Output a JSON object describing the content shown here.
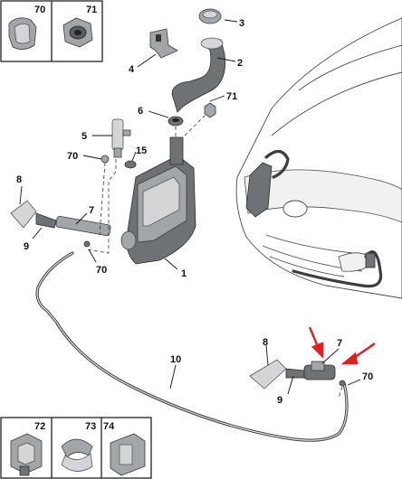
{
  "callouts": {
    "c1": "1",
    "c2": "2",
    "c3": "3",
    "c4": "4",
    "c5": "5",
    "c6": "6",
    "c7a": "7",
    "c7b": "7",
    "c8a": "8",
    "c8b": "8",
    "c9a": "9",
    "c9b": "9",
    "c10": "10",
    "c15": "15",
    "c70a": "70",
    "c70b": "70",
    "c70c": "70",
    "c71": "71"
  },
  "inset_boxes": {
    "top": [
      "70",
      "71"
    ],
    "bottom": [
      "72",
      "73",
      "74"
    ]
  },
  "colors": {
    "arrow": "#e0201e",
    "part": "#6f7275",
    "outline": "#111111"
  }
}
